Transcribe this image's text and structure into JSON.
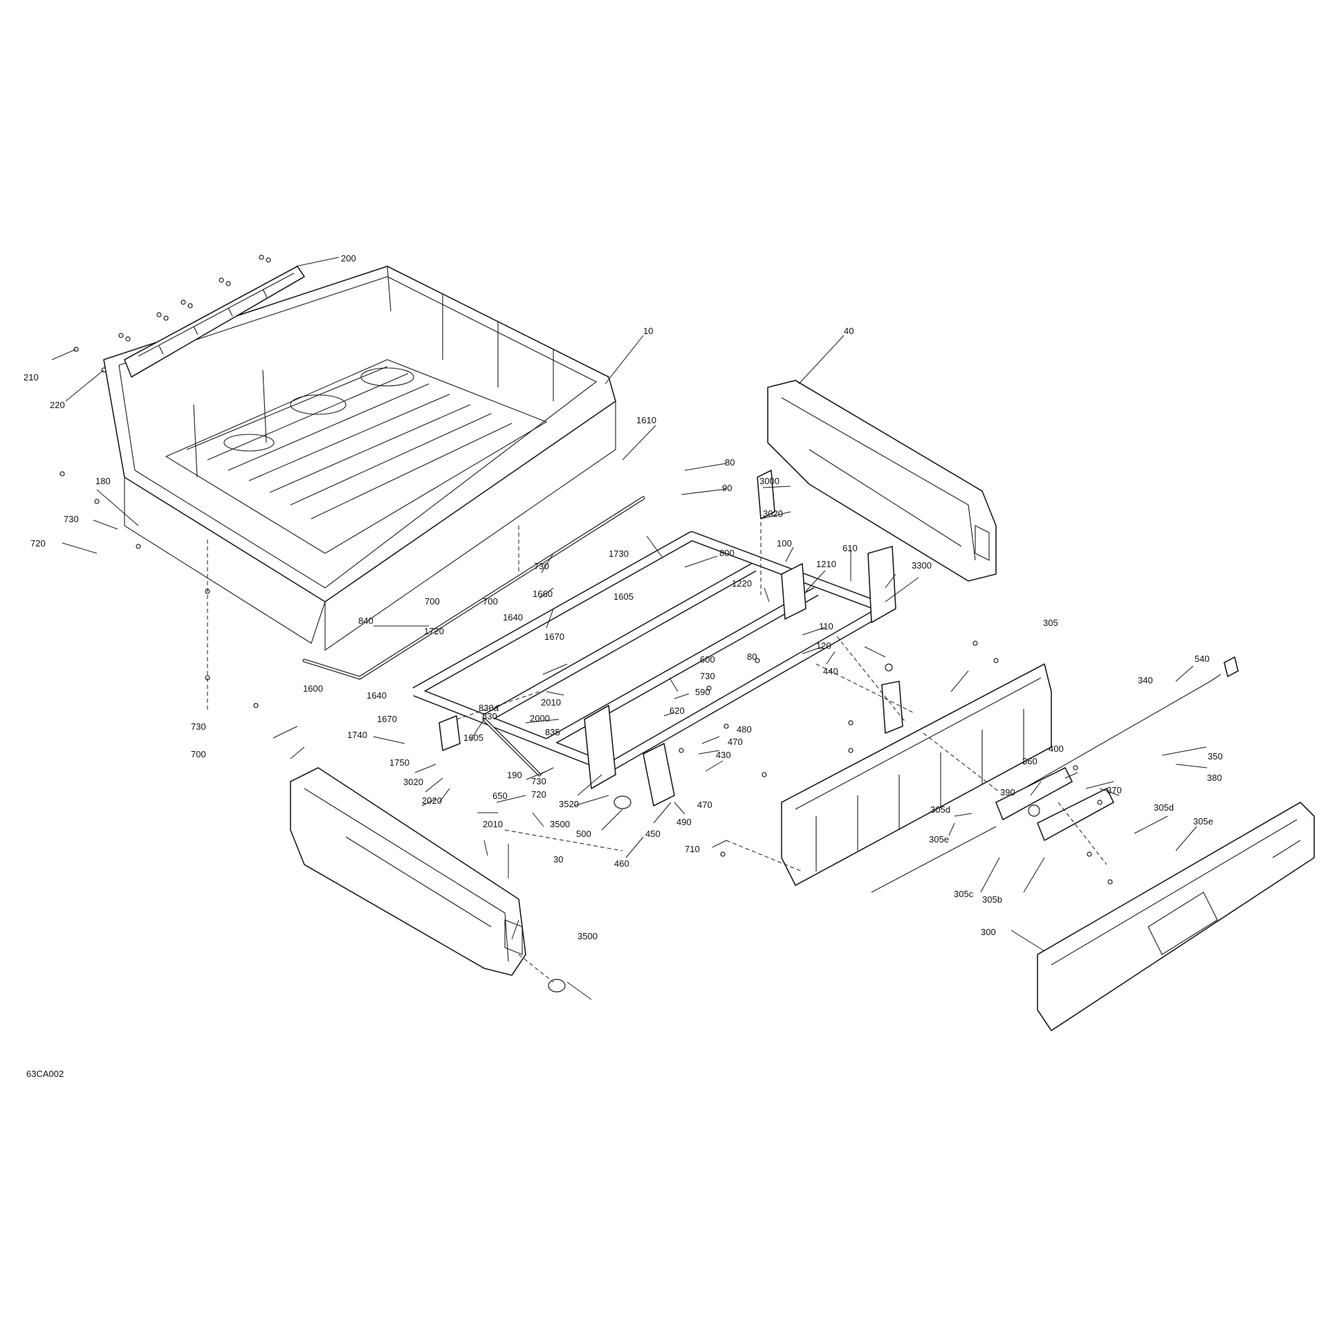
{
  "diagram": {
    "drawing_code": "63CA002",
    "callouts": [
      "200",
      "210",
      "220",
      "10",
      "40",
      "180",
      "730",
      "720",
      "1610",
      "80",
      "90",
      "3000",
      "3020",
      "100",
      "1210",
      "610",
      "3300",
      "1730",
      "800",
      "1220",
      "110",
      "120",
      "1660",
      "700",
      "840",
      "1640",
      "1605",
      "1670",
      "1720",
      "1600",
      "600",
      "590",
      "620",
      "2010",
      "830a",
      "830",
      "2000",
      "835",
      "1740",
      "1750",
      "2020",
      "190",
      "650",
      "3520",
      "3500",
      "500",
      "460",
      "450",
      "490",
      "470",
      "480",
      "430",
      "440",
      "305",
      "540",
      "340",
      "350",
      "380",
      "370",
      "360",
      "400",
      "390",
      "305d",
      "305e",
      "305c",
      "305b",
      "710",
      "30",
      "300"
    ]
  }
}
